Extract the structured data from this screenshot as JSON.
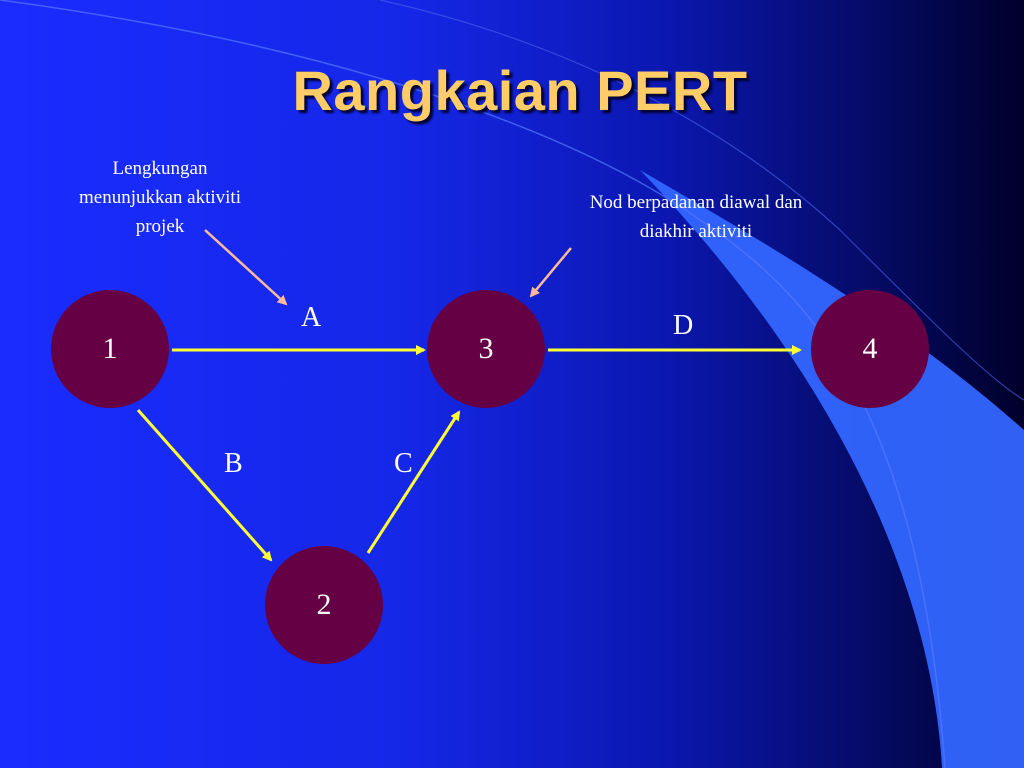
{
  "title": "Rangkaian PERT",
  "notes": {
    "left": [
      "Lengkungan",
      "menunjukkan aktiviti",
      "projek"
    ],
    "right": [
      "Nod berpadanan diawal dan",
      "diakhir aktiviti"
    ]
  },
  "nodes": [
    {
      "id": "1",
      "label": "1"
    },
    {
      "id": "2",
      "label": "2"
    },
    {
      "id": "3",
      "label": "3"
    },
    {
      "id": "4",
      "label": "4"
    }
  ],
  "activities": [
    {
      "label": "A",
      "from": "1",
      "to": "3"
    },
    {
      "label": "B",
      "from": "1",
      "to": "2"
    },
    {
      "label": "C",
      "from": "2",
      "to": "3"
    },
    {
      "label": "D",
      "from": "3",
      "to": "4"
    }
  ],
  "colors": {
    "background": "#1a2cff",
    "title": "#ffcc66",
    "node_fill": "#660044",
    "activity_arrow": "#ffff33",
    "pointer_arrow": "#ffbb99",
    "text": "#ffffff"
  }
}
